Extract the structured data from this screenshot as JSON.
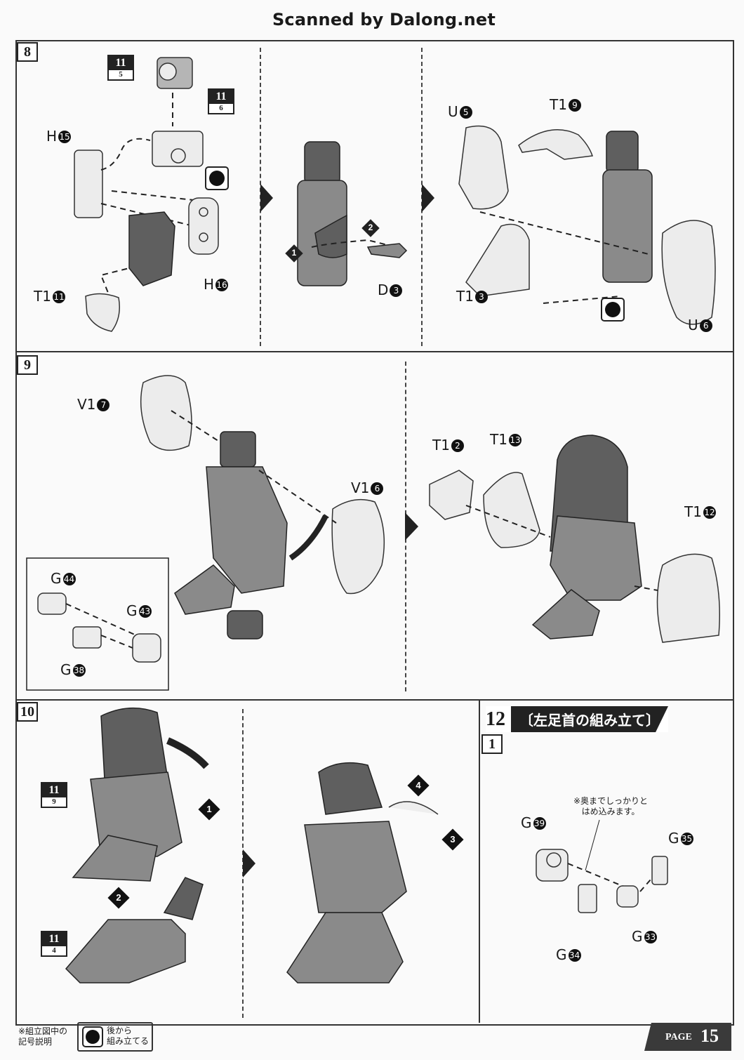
{
  "header": {
    "scan_credit": "Scanned by Dalong.net"
  },
  "steps": {
    "s8": {
      "number": "8",
      "ref1": {
        "top": "11",
        "bottom": "5"
      },
      "ref2": {
        "top": "11",
        "bottom": "6"
      },
      "labels": {
        "h15": "H",
        "h15n": "15",
        "h16": "H",
        "h16n": "16",
        "t1_11": "T1",
        "t1_11n": "11",
        "d3": "D",
        "d3n": "3",
        "u5": "U",
        "u5n": "5",
        "t1_9": "T1",
        "t1_9n": "9",
        "t1_3": "T1",
        "t1_3n": "3",
        "u6": "U",
        "u6n": "6"
      },
      "callouts": {
        "c1": "1",
        "c2": "2"
      }
    },
    "s9": {
      "number": "9",
      "labels": {
        "v1_7": "V1",
        "v1_7n": "7",
        "v1_6": "V1",
        "v1_6n": "6",
        "g44": "G",
        "g44n": "44",
        "g43": "G",
        "g43n": "43",
        "g38": "G",
        "g38n": "38",
        "t1_2": "T1",
        "t1_2n": "2",
        "t1_13": "T1",
        "t1_13n": "13",
        "t1_12": "T1",
        "t1_12n": "12"
      }
    },
    "s10": {
      "number": "10",
      "ref1": {
        "top": "11",
        "bottom": "9"
      },
      "ref2": {
        "top": "11",
        "bottom": "4"
      },
      "callouts": {
        "c1": "1",
        "c2": "2",
        "c3": "3",
        "c4": "4"
      }
    },
    "s12": {
      "number": "12",
      "title": "〔左足首の組み立て〕",
      "substep": "1",
      "note": "※奥までしっかりと\nはめ込みます。",
      "labels": {
        "g39": "G",
        "g39n": "39",
        "g35": "G",
        "g35n": "35",
        "g33": "G",
        "g33n": "33",
        "g34": "G",
        "g34n": "34"
      }
    }
  },
  "footer": {
    "legend_note": "※組立図中の\n記号説明",
    "legend_text": "後から\n組み立てる",
    "page_label": "PAGE",
    "page_number": "15"
  },
  "icons": {
    "back_assembly": "filled-circle-icon"
  }
}
